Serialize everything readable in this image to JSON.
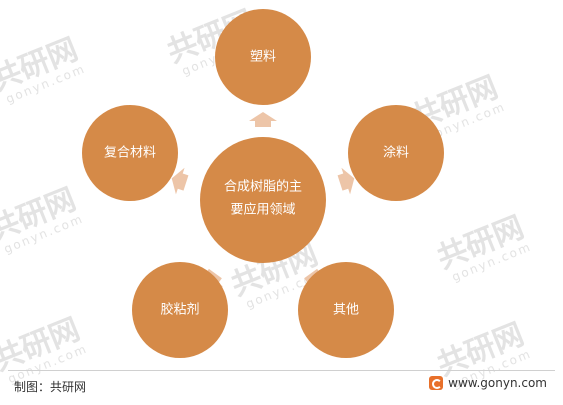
{
  "diagram": {
    "center_label_line1": "合成树脂的主",
    "center_label_line2": "要应用领域",
    "nodes": {
      "top": "塑料",
      "right": "涂料",
      "bottom_right": "其他",
      "bottom_left": "胶粘剂",
      "left": "复合材料"
    }
  },
  "colors": {
    "circle_fill": "#d58a48",
    "arrow_fill": "#edc5a8",
    "background": "#ffffff"
  },
  "footer": {
    "source": "制图：共研网",
    "website": "www.gonyn.com"
  },
  "watermark": {
    "brand": "共研网",
    "domain": "gonyn.com"
  }
}
